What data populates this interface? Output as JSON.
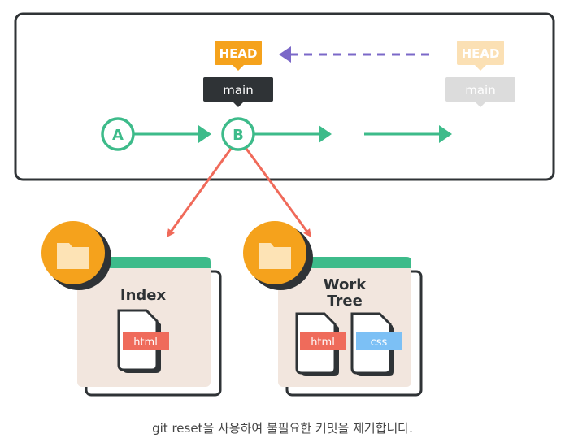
{
  "commits": {
    "a_label": "A",
    "b_label": "B"
  },
  "refs": {
    "head_label": "HEAD",
    "main_label": "main",
    "old_head_label": "HEAD",
    "old_main_label": "main"
  },
  "areas": {
    "index": {
      "title": "Index",
      "files": [
        "html"
      ]
    },
    "work_tree": {
      "title_line1": "Work",
      "title_line2": "Tree",
      "files": [
        "html",
        "css"
      ]
    }
  },
  "caption": "git reset을 사용하여 불필요한 커밋을 제거합니다.",
  "colors": {
    "commit_green": "#3dbb8a",
    "head_orange": "#f5a21c",
    "main_dark": "#2f3336",
    "arrow_red": "#f06a5a",
    "dashed_purple": "#7b68c8",
    "faded_head": "#fbe0b4",
    "faded_main": "#dcdcdc",
    "panel_bg": "#f2e6de",
    "html_tag": "#ef6b5b",
    "css_tag": "#7cc0f5",
    "folder_circle": "#f5a21c",
    "folder_icon": "#fde3b5"
  }
}
